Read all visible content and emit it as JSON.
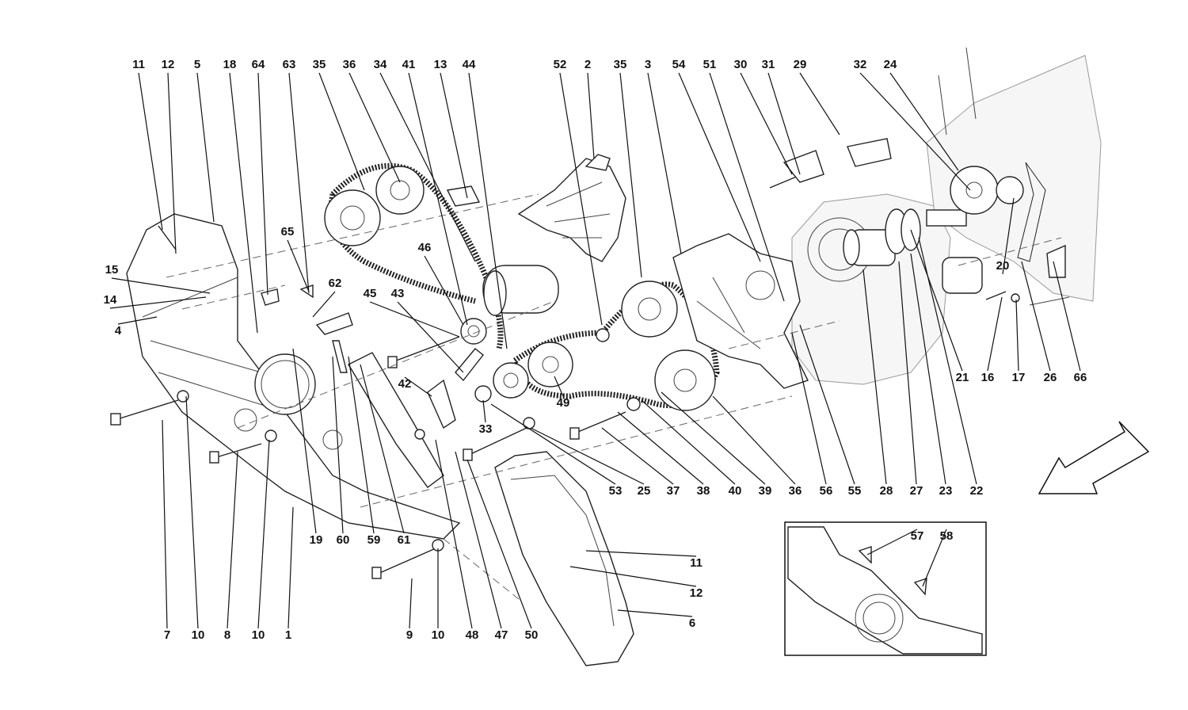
{
  "labels": [
    "11",
    "12",
    "5",
    "18",
    "64",
    "63",
    "35",
    "36",
    "34",
    "41",
    "13",
    "44",
    "52",
    "2",
    "35",
    "3",
    "54",
    "51",
    "30",
    "31",
    "29",
    "32",
    "24",
    "65",
    "15",
    "14",
    "4",
    "62",
    "46",
    "45",
    "43",
    "42",
    "33",
    "49",
    "21",
    "16",
    "17",
    "26",
    "66",
    "20",
    "7",
    "10",
    "8",
    "10",
    "1",
    "19",
    "60",
    "59",
    "61",
    "9",
    "10",
    "48",
    "47",
    "50",
    "53",
    "25",
    "37",
    "38",
    "40",
    "39",
    "36",
    "56",
    "55",
    "28",
    "27",
    "23",
    "22",
    "11",
    "12",
    "6",
    "57",
    "58"
  ]
}
